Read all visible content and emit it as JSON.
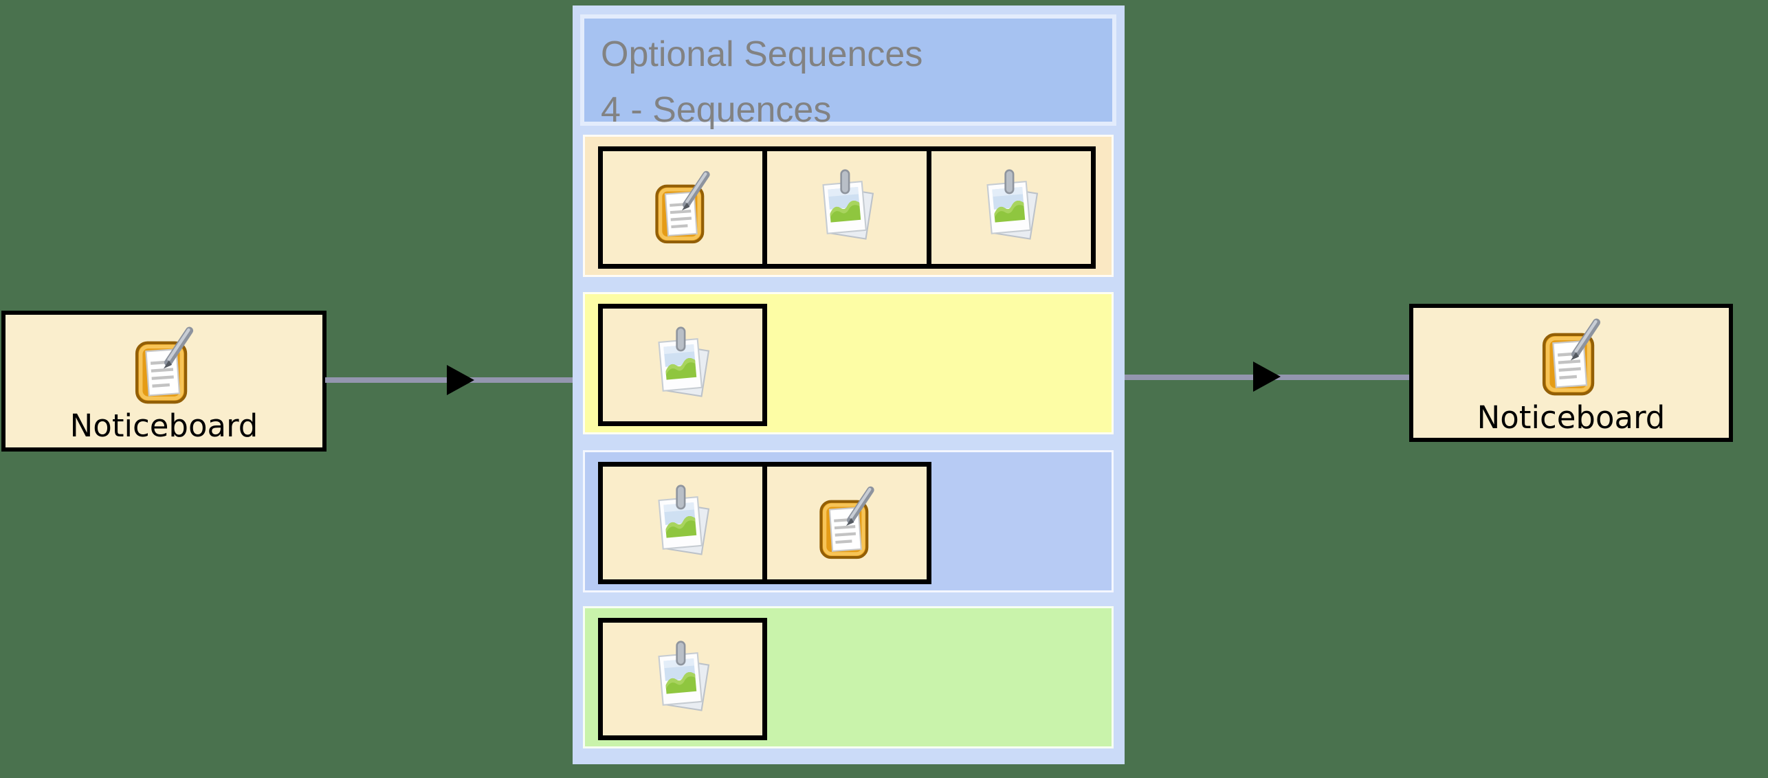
{
  "canvas": {
    "background_color": "#4a724e"
  },
  "left_node": {
    "label": "Noticeboard",
    "icon": "noticeboard"
  },
  "right_node": {
    "label": "Noticeboard",
    "icon": "noticeboard"
  },
  "optional_panel": {
    "title": "Optional Sequences",
    "subtitle": "4 - Sequences",
    "rows": [
      {
        "name": "sequence-1",
        "color": "#fae8c3",
        "items": [
          "noticeboard",
          "image",
          "image"
        ]
      },
      {
        "name": "sequence-2",
        "color": "#fdfda5",
        "items": [
          "image"
        ]
      },
      {
        "name": "sequence-3",
        "color": "#b7cbf4",
        "items": [
          "image",
          "noticeboard"
        ]
      },
      {
        "name": "sequence-4",
        "color": "#c9f3ab",
        "items": [
          "image"
        ]
      }
    ]
  },
  "colors": {
    "background": "#4a724e",
    "panel_background": "#cbdbf8",
    "header_fill": "#a6c2f1",
    "header_border": "#e3ecfc",
    "header_text": "#828282",
    "cell_fill": "#faedca",
    "node_fill": "#faeecd",
    "node_border": "#000000",
    "connector": "#9496af",
    "arrow": "#000000",
    "row_colors": [
      "#fae8c3",
      "#fdfda5",
      "#b7cbf4",
      "#c9f3ab"
    ]
  }
}
